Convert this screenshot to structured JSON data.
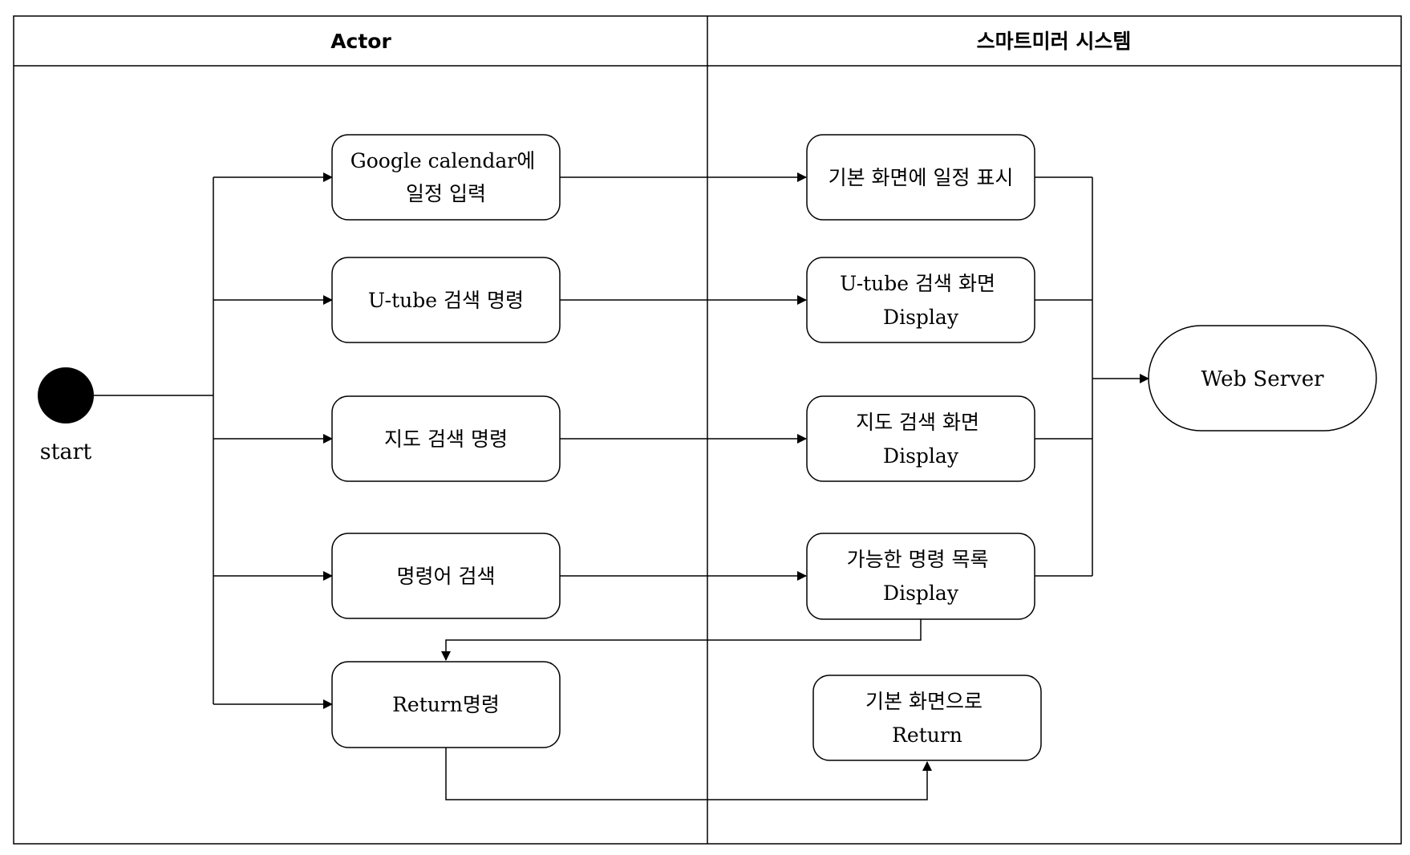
{
  "lanes": {
    "actor": "Actor",
    "system": "스마트미러 시스템"
  },
  "start_label": "start",
  "actor_actions": {
    "calendar_input": [
      "Google calendar에",
      "일정 입력"
    ],
    "youtube_search": [
      "U-tube 검색 명령"
    ],
    "map_search": [
      "지도 검색 명령"
    ],
    "command_search": [
      "명령어 검색"
    ],
    "return_command": [
      "Return명령"
    ]
  },
  "system_actions": {
    "schedule_display": [
      "기본 화면에 일정 표시"
    ],
    "youtube_display": [
      "U-tube 검색 화면",
      "Display"
    ],
    "map_display": [
      "지도 검색 화면",
      "Display"
    ],
    "command_list_display": [
      "가능한 명령 목록",
      "Display"
    ],
    "return_home": [
      "기본 화면으로",
      "Return"
    ]
  },
  "web_server": "Web Server",
  "colors": {
    "line": "#000000",
    "background": "#ffffff",
    "start_node": "#000000"
  }
}
